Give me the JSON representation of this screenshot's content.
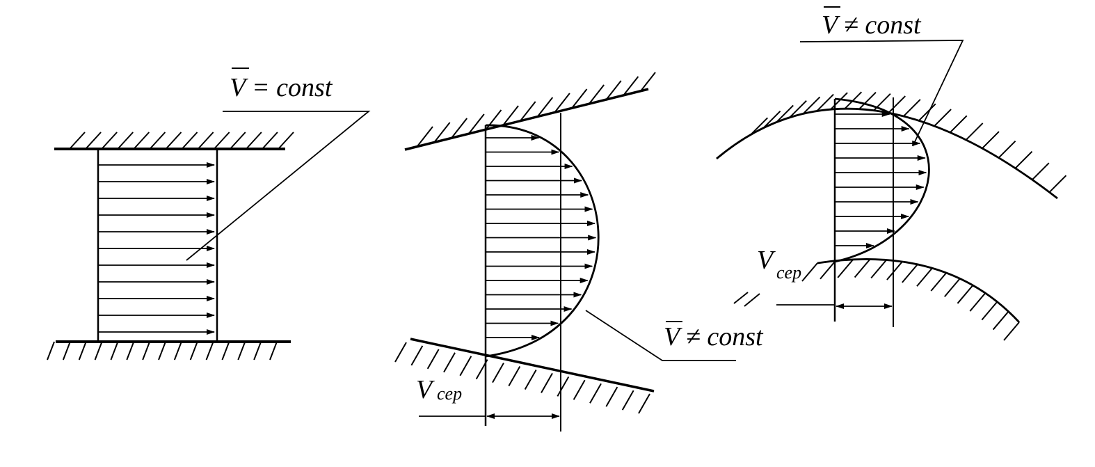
{
  "labels": {
    "v_const": "V = const",
    "v_not_const_middle": "V ≠ const",
    "v_not_const_right": "V ≠ const",
    "v_avg_symbol": "V",
    "v_avg_subscript": "cep"
  },
  "colors": {
    "ink": "#000000",
    "paper": "#ffffff"
  }
}
